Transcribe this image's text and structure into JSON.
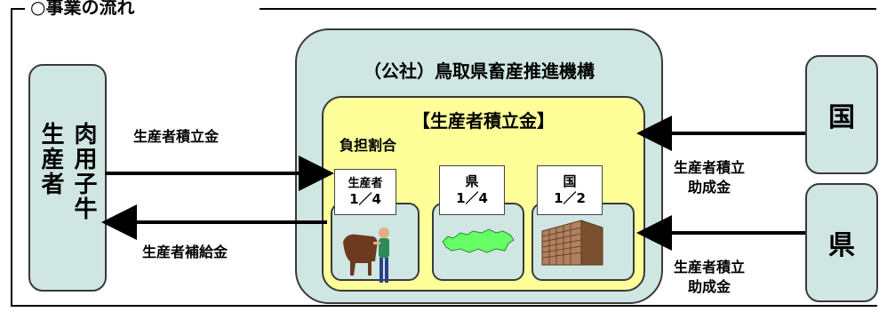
{
  "section_title": "○事業の流れ",
  "producer": {
    "label": "肉用子牛生産者"
  },
  "organization": {
    "title": "（公社）鳥取県畜産推進機構"
  },
  "fund": {
    "title": "【生産者積立金】",
    "ratio_label": "負担割合",
    "shares": [
      {
        "party": "生産者",
        "ratio": "1／4",
        "icon": "farmer-with-cow-icon"
      },
      {
        "party": "県",
        "ratio": "1／4",
        "icon": "prefecture-map-icon"
      },
      {
        "party": "国",
        "ratio": "1／2",
        "icon": "government-building-icon"
      }
    ]
  },
  "flows": {
    "to_org": "生産者積立金",
    "to_producer": "生産者補給金",
    "from_country": [
      "生産者積立",
      "助成金"
    ],
    "from_prefecture": [
      "生産者積立",
      "助成金"
    ]
  },
  "country": {
    "label": "国"
  },
  "prefecture": {
    "label": "県"
  },
  "colors": {
    "teal": "#cfe6e3",
    "yellow": "#ffff99",
    "green": "#66ff66"
  }
}
